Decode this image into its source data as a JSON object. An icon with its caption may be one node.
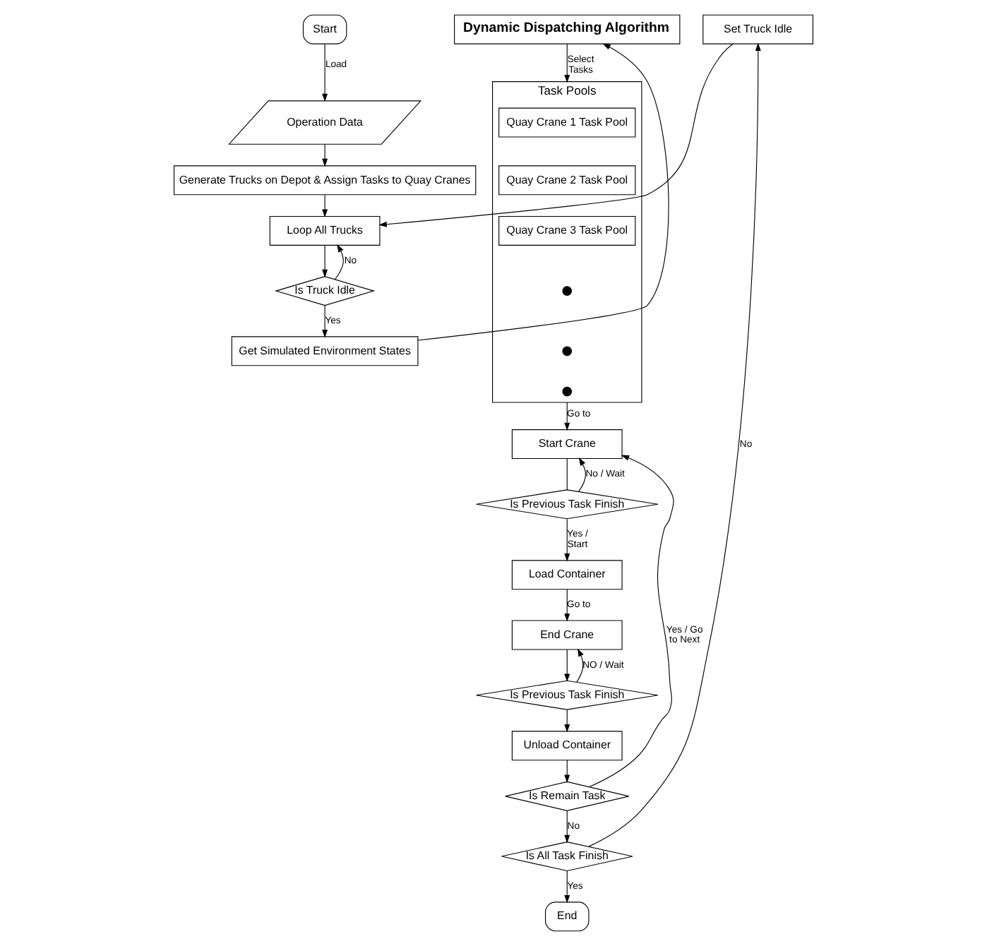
{
  "diagram": {
    "nodes": [
      {
        "text": [
          "Start"
        ]
      },
      {
        "text": [
          "Operation Data"
        ]
      },
      {
        "text": [
          "Generate Trucks on Depot & Assign Tasks to Quay Cranes"
        ]
      },
      {
        "text": [
          "Loop All Trucks"
        ]
      },
      {
        "text": [
          "Is Truck Idle"
        ]
      },
      {
        "text": [
          "Set Truck Idle"
        ]
      },
      {
        "text": [
          "Task Pools"
        ]
      },
      {
        "text": [
          "Quay Crane 1 Task Pool"
        ],
        "in": 6
      },
      {
        "text": [
          "Quay Crane 2 Task Pool"
        ],
        "in": 6
      },
      {
        "text": [
          "Quay Crane 3 Task Pool"
        ],
        "in": 6
      },
      {
        "text": [],
        "shape": "circle",
        "in": 6
      },
      {
        "text": [],
        "shape": "circle",
        "in": 6
      },
      {
        "text": [],
        "shape": "circle",
        "in": 6
      },
      {
        "text": [
          "Dynamic Dispatching Algorithm"
        ]
      },
      {
        "text": [
          "Get Simulated Environment States"
        ]
      },
      {
        "text": [
          "Start Crane"
        ]
      },
      {
        "text": [
          "Is Previous Task Finish"
        ]
      },
      {
        "text": [
          "Load Container"
        ]
      },
      {
        "text": [
          "End Crane"
        ]
      },
      {
        "text": [
          "Is Previous Task Finish"
        ]
      },
      {
        "text": [
          "Unload Container"
        ]
      },
      {
        "text": [
          "Is Remain Task"
        ]
      },
      {
        "text": [
          "Is All Task Finish"
        ]
      },
      {
        "text": [
          "End"
        ]
      }
    ],
    "edges": [
      {
        "from": 0,
        "to": 1,
        "arrow": "to",
        "label": "Load"
      },
      {
        "from": 1,
        "to": 2,
        "arrow": "to"
      },
      {
        "from": 2,
        "to": 3,
        "arrow": "to"
      },
      {
        "from": 3,
        "to": 4,
        "arrow": "to"
      },
      {
        "from": 4,
        "to": 14,
        "arrow": "to",
        "label": "Yes"
      },
      {
        "from": 4,
        "to": 3,
        "arrow": "to",
        "label": "No"
      },
      {
        "from": 5,
        "to": 3,
        "arrow": "to"
      },
      {
        "from": 14,
        "to": 13,
        "arrow": "to"
      },
      {
        "from": 13,
        "to": 6,
        "arrow": "to",
        "label": "Select Tasks"
      },
      {
        "from": 6,
        "to": 15,
        "arrow": "to",
        "label": "Go to"
      },
      {
        "from": 15,
        "to": 16,
        "arrow": "none"
      },
      {
        "from": 16,
        "to": 15,
        "arrow": "to",
        "label": "No / Wait"
      },
      {
        "from": 16,
        "to": 17,
        "arrow": "to",
        "label": "Yes / Start"
      },
      {
        "from": 17,
        "to": 18,
        "arrow": "to",
        "label": "Go to"
      },
      {
        "from": 18,
        "to": 19,
        "arrow": "to"
      },
      {
        "from": 19,
        "to": 18,
        "arrow": "to",
        "label": "NO / Wait"
      },
      {
        "from": 19,
        "to": 20,
        "arrow": "to"
      },
      {
        "from": 20,
        "to": 21,
        "arrow": "to"
      },
      {
        "from": 21,
        "to": 15,
        "arrow": "to",
        "label": "Yes / Go to Next"
      },
      {
        "from": 21,
        "to": 22,
        "arrow": "to",
        "label": "No"
      },
      {
        "from": 22,
        "to": 23,
        "arrow": "to",
        "label": "Yes"
      },
      {
        "from": 22,
        "to": 5,
        "arrow": "to",
        "label": "No"
      }
    ]
  }
}
